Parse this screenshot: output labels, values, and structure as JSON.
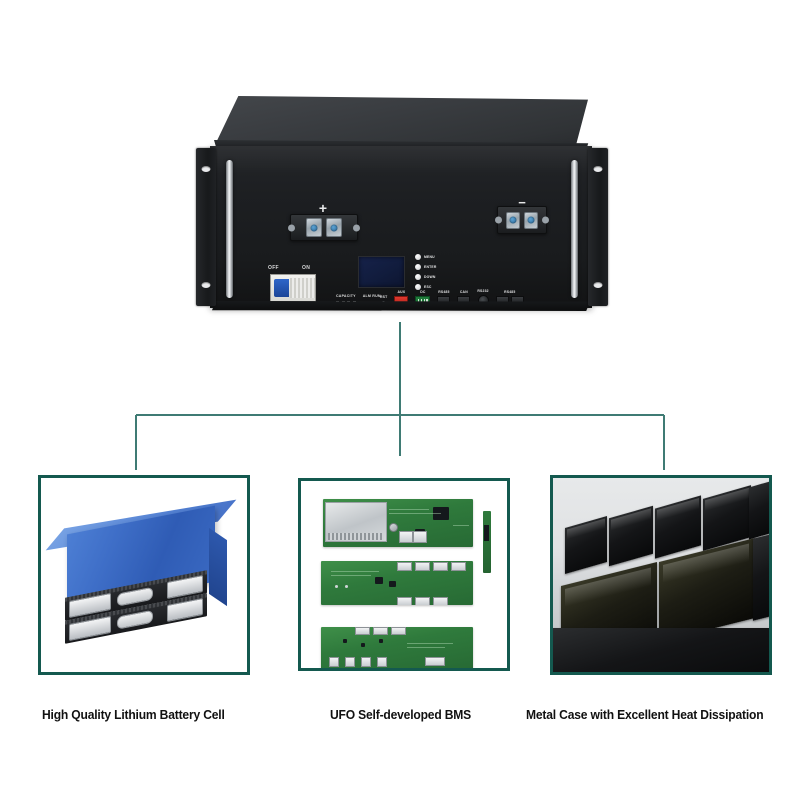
{
  "page": {
    "background_color": "#ffffff",
    "accent_color": "#14594f",
    "connector_color": "#3f7b74"
  },
  "product_unit": {
    "name": "rack-mounted lithium battery cabinet",
    "chassis_color": "#1d1f22",
    "terminals": {
      "positive_symbol": "+",
      "negative_symbol": "−"
    },
    "breaker": {
      "off_label": "OFF",
      "on_label": "ON"
    },
    "indicators": {
      "capacity_label": "CAPACITY",
      "alarm_run_label": "ALM RUN",
      "bar_count": 4
    },
    "keypad": [
      {
        "label": "MENU"
      },
      {
        "label": "ENTER"
      },
      {
        "label": "DOWN"
      },
      {
        "label": "ESC"
      }
    ],
    "ports": [
      {
        "label": "RST",
        "type": "reset-button"
      },
      {
        "label": "AUX",
        "type": "aux-button"
      },
      {
        "label": "DC",
        "type": "dc-terminal"
      },
      {
        "label": "RS485",
        "type": "rj45"
      },
      {
        "label": "CAN",
        "type": "rj45"
      },
      {
        "label": "RS232",
        "type": "round"
      },
      {
        "label": "RS485",
        "type": "rj45"
      }
    ],
    "display": {
      "type": "lcd-screen",
      "color": "#16224a"
    }
  },
  "features": [
    {
      "id": "battery-cell",
      "caption": "High Quality Lithium Battery Cell",
      "image": "prismatic lithium battery cells",
      "border_color": "#14594f"
    },
    {
      "id": "bms",
      "caption": "UFO Self-developed BMS",
      "image": "three green BMS circuit boards",
      "border_color": "#14594f"
    },
    {
      "id": "metal-case",
      "caption": "Metal Case with Excellent Heat Dissipation",
      "image": "black metal case compartments",
      "border_color": "#14594f"
    }
  ]
}
